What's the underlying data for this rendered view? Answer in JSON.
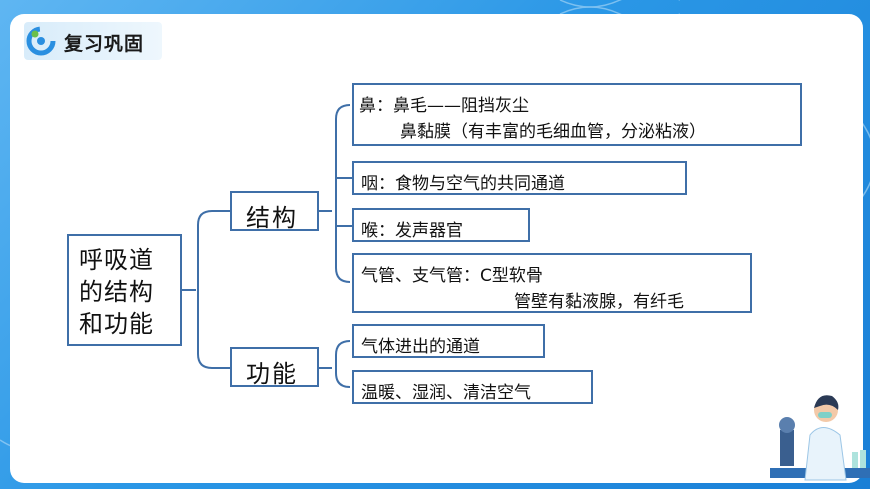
{
  "header": {
    "title": "复习巩固",
    "logo_icon": "circle-logo-icon"
  },
  "colors": {
    "border": "#3f6fa8",
    "accent": "#1f8fe0",
    "background_card": "#ffffff"
  },
  "diagram": {
    "root": {
      "line1": "呼吸道",
      "line2": "的结构",
      "line3": "和功能"
    },
    "structure": {
      "label": "结构",
      "nose": {
        "line1": "鼻：鼻毛——阻挡灰尘",
        "line2": "鼻黏膜（有丰富的毛细血管，分泌粘液）"
      },
      "pharynx": "咽：食物与空气的共同通道",
      "larynx": "喉：发声器官",
      "trachea": {
        "line1": "气管、支气管：C型软骨",
        "line2": "管壁有黏液腺，有纤毛"
      }
    },
    "function": {
      "label": "功能",
      "passage": "气体进出的通道",
      "conditioning": "温暖、湿润、清洁空气"
    }
  }
}
